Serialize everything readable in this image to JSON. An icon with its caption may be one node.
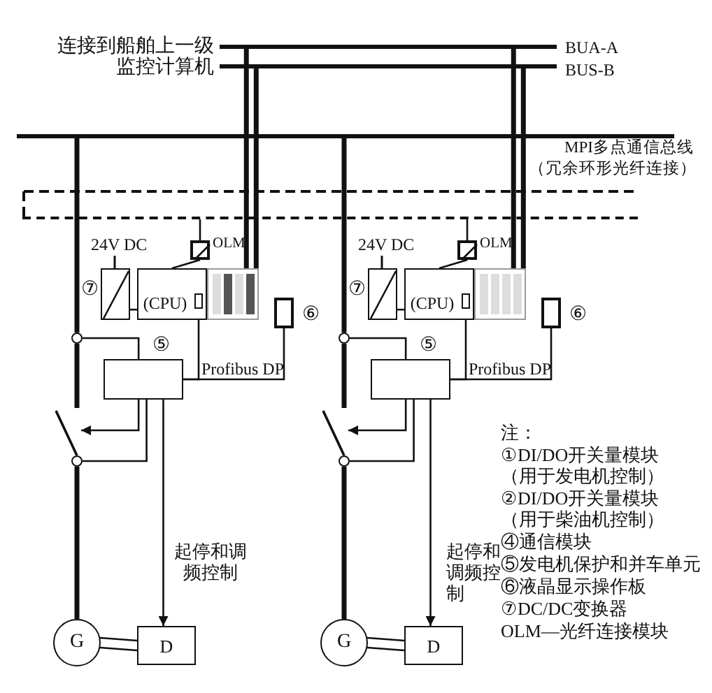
{
  "diagram": {
    "nodes": [
      {
        "text": [],
        "shape": "bar"
      },
      {
        "text": [],
        "shape": "bar"
      },
      {
        "text": [],
        "shape": "bar"
      },
      {
        "text": [],
        "shape": "bar"
      },
      {
        "text": [],
        "shape": "box",
        "beside": [
          "24V DC",
          "⑦"
        ]
      },
      {
        "text": [],
        "shape": "box",
        "beside": [
          "OLM"
        ]
      },
      {
        "text": [
          "(CPU)"
        ]
      },
      {
        "text": [],
        "shape": "box"
      },
      {
        "text": [],
        "shape": "box",
        "beside": [
          "⑥"
        ]
      },
      {
        "text": [],
        "shape": "box",
        "beside": [
          "⑤"
        ]
      },
      {
        "text": [],
        "shape": "circle"
      },
      {
        "text": [],
        "shape": "switch"
      },
      {
        "text": [],
        "shape": "circle"
      },
      {
        "text": [
          "G"
        ]
      },
      {
        "text": [
          "D"
        ]
      },
      {
        "text": [],
        "shape": "box",
        "beside": [
          "24V DC",
          "⑦"
        ]
      },
      {
        "text": [],
        "shape": "box",
        "beside": [
          "OLM"
        ]
      },
      {
        "text": [
          "(CPU)"
        ]
      },
      {
        "text": [],
        "shape": "box"
      },
      {
        "text": [],
        "shape": "box",
        "beside": [
          "⑥"
        ]
      },
      {
        "text": [],
        "shape": "box",
        "beside": [
          "⑤"
        ]
      },
      {
        "text": [],
        "shape": "circle"
      },
      {
        "text": [],
        "shape": "switch"
      },
      {
        "text": [],
        "shape": "circle"
      },
      {
        "text": [
          "G"
        ]
      },
      {
        "text": [
          "D"
        ]
      }
    ],
    "edges": [
      {
        "from": 4,
        "to": 6,
        "arrow": "none"
      },
      {
        "from": 5,
        "to": 6,
        "arrow": "none"
      },
      {
        "from": 6,
        "to": 9,
        "arrow": "none"
      },
      {
        "from": 9,
        "to": 8,
        "arrow": "none",
        "label": "Profibus DP"
      },
      {
        "from": 9,
        "to": 11,
        "arrow": "to"
      },
      {
        "from": 9,
        "to": 14,
        "arrow": "to",
        "label": "起停和调频控制"
      },
      {
        "from": 13,
        "to": 14,
        "arrow": "none"
      },
      {
        "from": 0,
        "to": 7,
        "arrow": "none",
        "style": "thick"
      },
      {
        "from": 1,
        "to": 7,
        "arrow": "none",
        "style": "thick"
      },
      {
        "from": 2,
        "to": 10,
        "arrow": "none",
        "style": "thick"
      },
      {
        "from": 10,
        "to": 11,
        "arrow": "none",
        "style": "thick"
      },
      {
        "from": 10,
        "to": 9,
        "arrow": "none"
      },
      {
        "from": 9,
        "to": 12,
        "arrow": "none"
      },
      {
        "from": 12,
        "to": 13,
        "arrow": "none",
        "style": "thick"
      },
      {
        "from": 3,
        "to": 5,
        "arrow": "none"
      },
      {
        "from": 15,
        "to": 17,
        "arrow": "none"
      },
      {
        "from": 16,
        "to": 17,
        "arrow": "none"
      },
      {
        "from": 17,
        "to": 20,
        "arrow": "none"
      },
      {
        "from": 20,
        "to": 19,
        "arrow": "none",
        "label": "Profibus DP"
      },
      {
        "from": 20,
        "to": 22,
        "arrow": "to"
      },
      {
        "from": 20,
        "to": 25,
        "arrow": "to",
        "label": "起停和调频控制"
      },
      {
        "from": 24,
        "to": 25,
        "arrow": "none"
      },
      {
        "from": 0,
        "to": 18,
        "arrow": "none",
        "style": "thick"
      },
      {
        "from": 1,
        "to": 18,
        "arrow": "none",
        "style": "thick"
      },
      {
        "from": 2,
        "to": 21,
        "arrow": "none",
        "style": "thick"
      },
      {
        "from": 21,
        "to": 22,
        "arrow": "none",
        "style": "thick"
      },
      {
        "from": 21,
        "to": 20,
        "arrow": "none"
      },
      {
        "from": 20,
        "to": 23,
        "arrow": "none"
      },
      {
        "from": 23,
        "to": 24,
        "arrow": "none",
        "style": "thick"
      },
      {
        "from": 3,
        "to": 16,
        "arrow": "none"
      }
    ],
    "labels": [
      "连接到船舶上一级监控计算机",
      "BUA-A",
      "BUS-B",
      "MPI多点通信总线（冗余环形光纤连接）",
      "注：",
      "①DI/DO开关量模块（用于发电机控制）",
      "②DI/DO开关量模块（用于柴油机控制）",
      "④通信模块",
      "⑤发电机保护和并车单元",
      "⑥液晶显示操作板",
      "⑦DC/DC变换器",
      "OLM—光纤连接模块"
    ]
  }
}
